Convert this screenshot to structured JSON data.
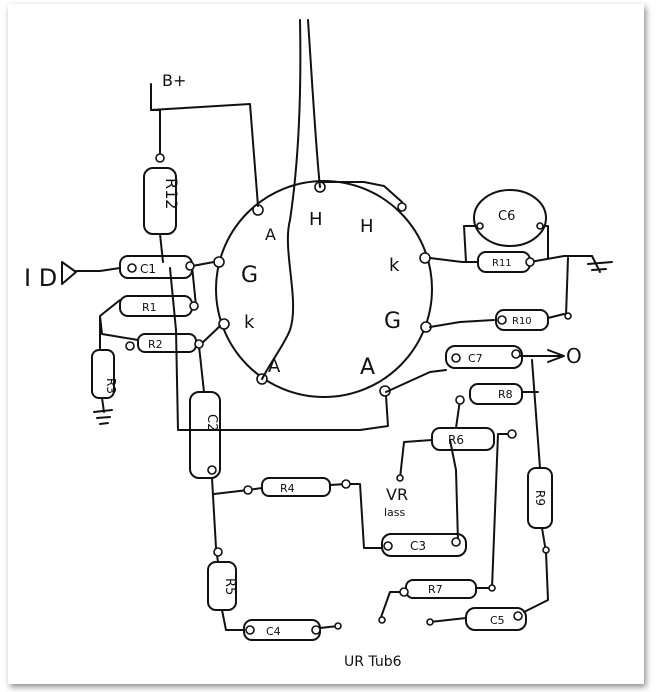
{
  "labels": {
    "supply": "B+",
    "input": "I D",
    "output": "O",
    "tube_note": "UR Tub6",
    "vr_label": "VR",
    "vr_note": "lass"
  },
  "tube": {
    "pins": [
      "H",
      "H",
      "k",
      "G",
      "A",
      "A",
      "k",
      "G",
      "A"
    ]
  },
  "components": {
    "C1": "C1",
    "C2": "C2",
    "C3": "C3",
    "C4": "C4",
    "C5": "C5",
    "C6": "C6",
    "C7": "C7",
    "R1": "R1",
    "R2": "R2",
    "R3": "R3",
    "R4": "R4",
    "R5": "R5",
    "R6": "R6",
    "R7": "R7",
    "R8": "R8",
    "R9": "R9",
    "R10": "R10",
    "R11": "R11",
    "R12": "R12"
  },
  "colors": {
    "ink": "#111111",
    "paper": "#ffffff"
  }
}
